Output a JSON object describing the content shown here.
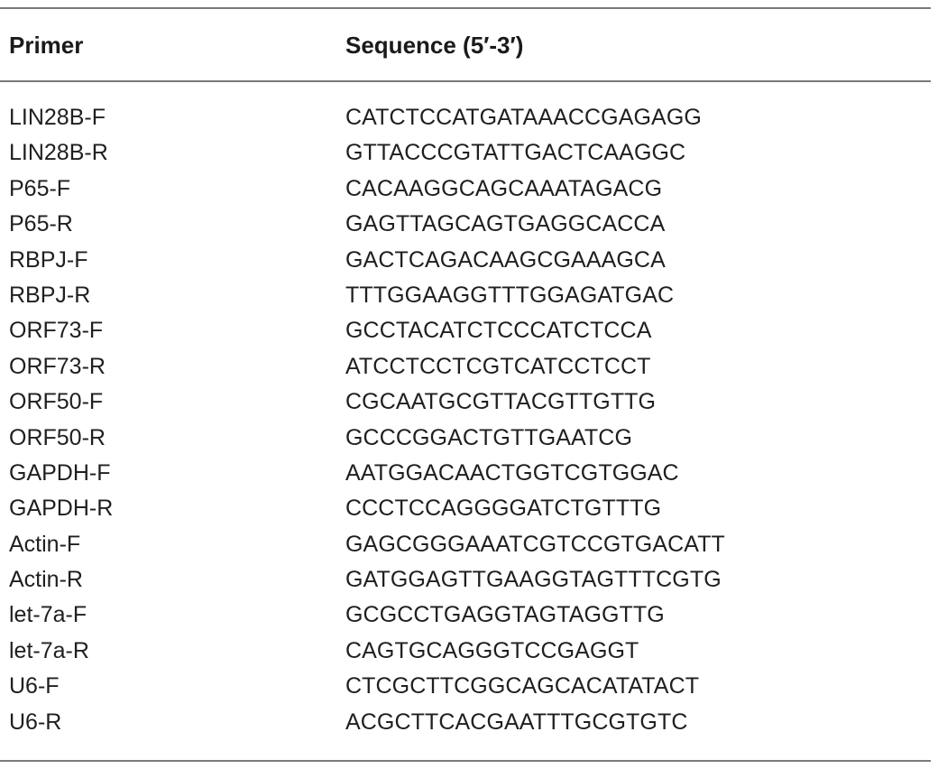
{
  "table": {
    "headers": {
      "primer": "Primer",
      "sequence": "Sequence (5′-3′)"
    },
    "rows": [
      {
        "primer": "LIN28B-F",
        "sequence": "CATCTCCATGATAAACCGAGAGG"
      },
      {
        "primer": "LIN28B-R",
        "sequence": "GTTACCCGTATTGACTCAAGGC"
      },
      {
        "primer": "P65-F",
        "sequence": "CACAAGGCAGCAAATAGACG"
      },
      {
        "primer": "P65-R",
        "sequence": "GAGTTAGCAGTGAGGCACCA"
      },
      {
        "primer": "RBPJ-F",
        "sequence": "GACTCAGACAAGCGAAAGCA"
      },
      {
        "primer": "RBPJ-R",
        "sequence": "TTTGGAAGGTTTGGAGATGAC"
      },
      {
        "primer": "ORF73-F",
        "sequence": "GCCTACATCTCCCATCTCCA"
      },
      {
        "primer": "ORF73-R",
        "sequence": "ATCCTCCTCGTCATCCTCCT"
      },
      {
        "primer": "ORF50-F",
        "sequence": "CGCAATGCGTTACGTTGTTG"
      },
      {
        "primer": "ORF50-R",
        "sequence": "GCCCGGACTGTTGAATCG"
      },
      {
        "primer": "GAPDH-F",
        "sequence": "AATGGACAACTGGTCGTGGAC"
      },
      {
        "primer": "GAPDH-R",
        "sequence": "CCCTCCAGGGGATCTGTTTG"
      },
      {
        "primer": "Actin-F",
        "sequence": "GAGCGGGAAATCGTCCGTGACATT"
      },
      {
        "primer": "Actin-R",
        "sequence": "GATGGAGTTGAAGGTAGTTTCGTG"
      },
      {
        "primer": "let-7a-F",
        "sequence": "GCGCCTGAGGTAGTAGGTTG"
      },
      {
        "primer": "let-7a-R",
        "sequence": "CAGTGCAGGGTCCGAGGT"
      },
      {
        "primer": "U6-F",
        "sequence": "CTCGCTTCGGCAGCACATATACT"
      },
      {
        "primer": "U6-R",
        "sequence": "ACGCTTCACGAATTTGCGTGTC"
      }
    ]
  }
}
